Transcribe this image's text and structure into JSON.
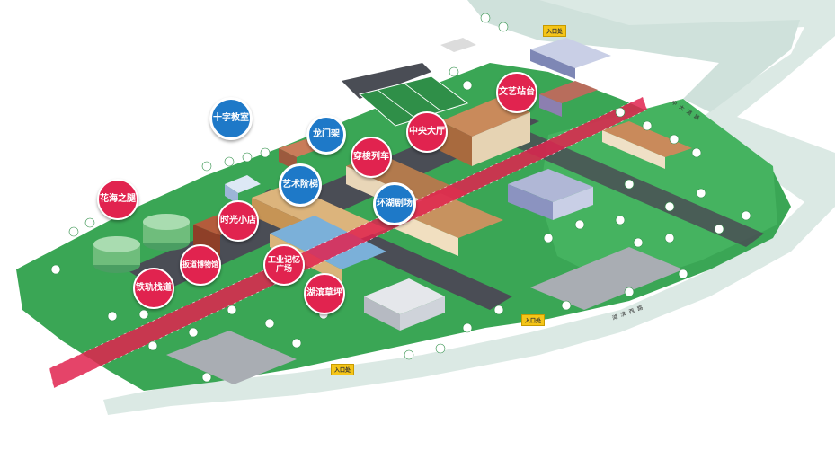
{
  "colors": {
    "grass": "#3aa655",
    "grass_dark": "#2f8f48",
    "road": "#4a4d55",
    "river": "#d9e8e3",
    "pin_red": "#e1234f",
    "pin_blue": "#1e79c8",
    "gate": "#f5c518"
  },
  "pins": [
    {
      "id": "shizi-classroom",
      "label": "十字教室",
      "color": "blue"
    },
    {
      "id": "longmenjia",
      "label": "龙门架",
      "color": "blue"
    },
    {
      "id": "wenyi-stage",
      "label": "文艺站台",
      "color": "red"
    },
    {
      "id": "central-hall",
      "label": "中央大厅",
      "color": "red"
    },
    {
      "id": "train-through",
      "label": "穿梭列车",
      "color": "red"
    },
    {
      "id": "art-stairs",
      "label": "艺术阶梯",
      "color": "blue"
    },
    {
      "id": "lake-theater",
      "label": "环湖剧场",
      "color": "blue"
    },
    {
      "id": "flower-sea",
      "label": "花海之腿",
      "color": "red"
    },
    {
      "id": "time-shop",
      "label": "时光小店",
      "color": "red"
    },
    {
      "id": "industrial-square",
      "label": "工业记忆\n广场",
      "color": "red"
    },
    {
      "id": "road-museum",
      "label": "扳道博物馆",
      "color": "red"
    },
    {
      "id": "rail-trail",
      "label": "铁轨栈道",
      "color": "red"
    },
    {
      "id": "lakeside-lawn",
      "label": "湖滨草坪",
      "color": "red"
    }
  ],
  "gates": [
    {
      "id": "gate-north",
      "label": "入口处"
    },
    {
      "id": "gate-east",
      "label": "入口处"
    },
    {
      "id": "gate-south",
      "label": "入口处"
    }
  ],
  "roads": [
    {
      "id": "road-zhongda",
      "label": "中 大 道 路"
    },
    {
      "id": "road-hubin",
      "label": "湖 滨 西 路"
    }
  ]
}
